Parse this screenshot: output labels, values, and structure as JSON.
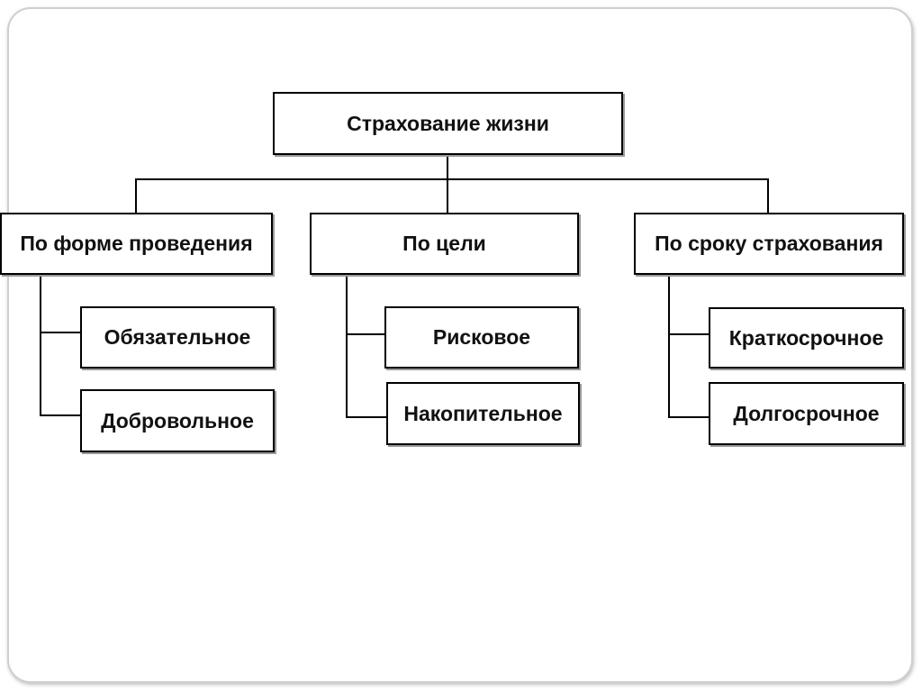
{
  "diagram": {
    "root": {
      "label": "Страхование жизни"
    },
    "categories": [
      {
        "label": "По форме проведения",
        "children": [
          "Обязательное",
          "Добровольное"
        ]
      },
      {
        "label": "По цели",
        "children": [
          "Рисковое",
          "Накопительное"
        ]
      },
      {
        "label": "По сроку страхования",
        "children": [
          "Краткосрочное",
          "Долгосрочное"
        ]
      }
    ]
  }
}
